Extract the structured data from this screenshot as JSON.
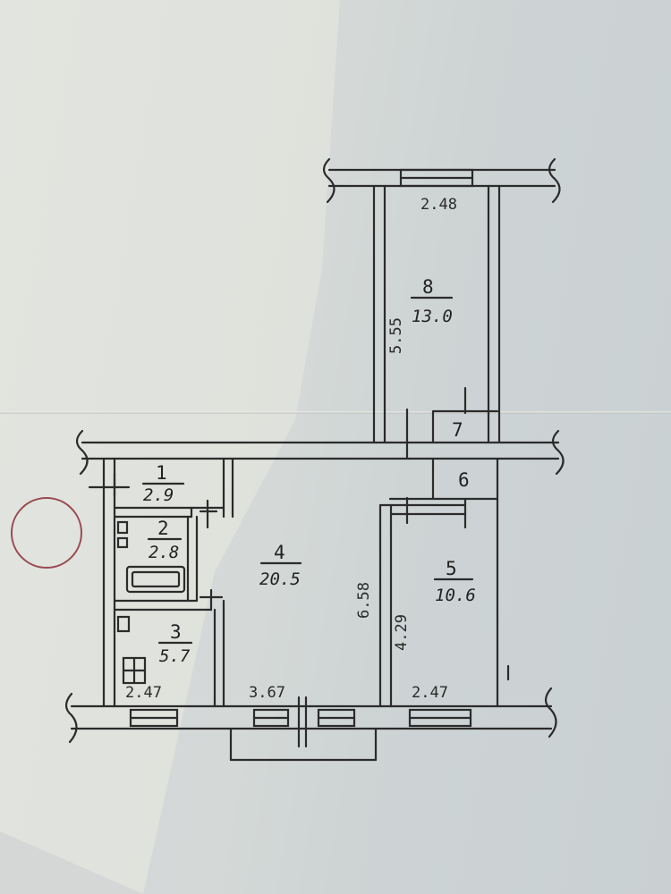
{
  "plan": {
    "rooms": [
      {
        "id": "1",
        "number": "1",
        "area": "2.9"
      },
      {
        "id": "2",
        "number": "2",
        "area": "2.8"
      },
      {
        "id": "3",
        "number": "3",
        "area": "5.7"
      },
      {
        "id": "4",
        "number": "4",
        "area": "20.5"
      },
      {
        "id": "5",
        "number": "5",
        "area": "10.6"
      },
      {
        "id": "6",
        "number": "6",
        "area": ""
      },
      {
        "id": "7",
        "number": "7",
        "area": ""
      },
      {
        "id": "8",
        "number": "8",
        "area": "13.0"
      }
    ],
    "dimensions": {
      "top_width": "2.48",
      "room8_length": "5.55",
      "bottom_left": "2.47",
      "bottom_middle": "3.67",
      "bottom_right": "2.47",
      "room4_depth": "6.58",
      "room5_depth": "4.29"
    }
  },
  "colors": {
    "ink": "#2b2b2b",
    "stamp": "#9a4a52"
  }
}
